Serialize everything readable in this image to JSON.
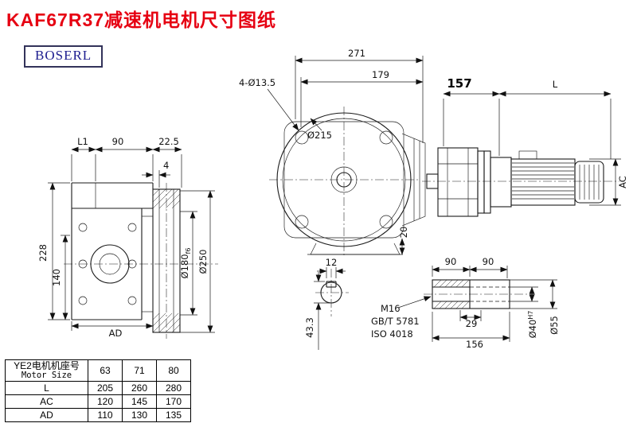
{
  "page": {
    "title": "KAF67R37减速机电机尺寸图纸",
    "logo": "BOSERL"
  },
  "front_view": {
    "dim_271": "271",
    "dim_179": "179",
    "bolt_label": "4-Ø13.5",
    "flange_dia": "Ø215",
    "dim_20": "20"
  },
  "side_view": {
    "dim_157": "157",
    "dim_L": "L",
    "dim_AC": "AC"
  },
  "left_view": {
    "dim_L1": "L1",
    "dim_90": "90",
    "dim_22_5": "22.5",
    "dim_4": "4",
    "dim_228": "228",
    "dim_140": "140",
    "dim_AD": "AD",
    "dia_180": "Ø180",
    "dia_180_tol": "f6",
    "dia_250": "Ø250"
  },
  "section_view": {
    "dim_12": "12",
    "dim_43_3": "43.3"
  },
  "shaft_view": {
    "dim_90a": "90",
    "dim_90b": "90",
    "thread": "M16",
    "std1": "GB/T 5781",
    "std2": "ISO 4018",
    "dim_29": "29",
    "dim_156": "156",
    "dia_40": "Ø40",
    "dia_40_tol": "H7",
    "dia_55": "Ø55"
  },
  "table": {
    "header_cn": "YE2电机机座号",
    "header_en": "Motor Size",
    "columns": [
      "63",
      "71",
      "80"
    ],
    "rows": [
      {
        "label": "L",
        "values": [
          "205",
          "260",
          "280"
        ]
      },
      {
        "label": "AC",
        "values": [
          "120",
          "145",
          "170"
        ]
      },
      {
        "label": "AD",
        "values": [
          "110",
          "130",
          "135"
        ]
      }
    ]
  }
}
